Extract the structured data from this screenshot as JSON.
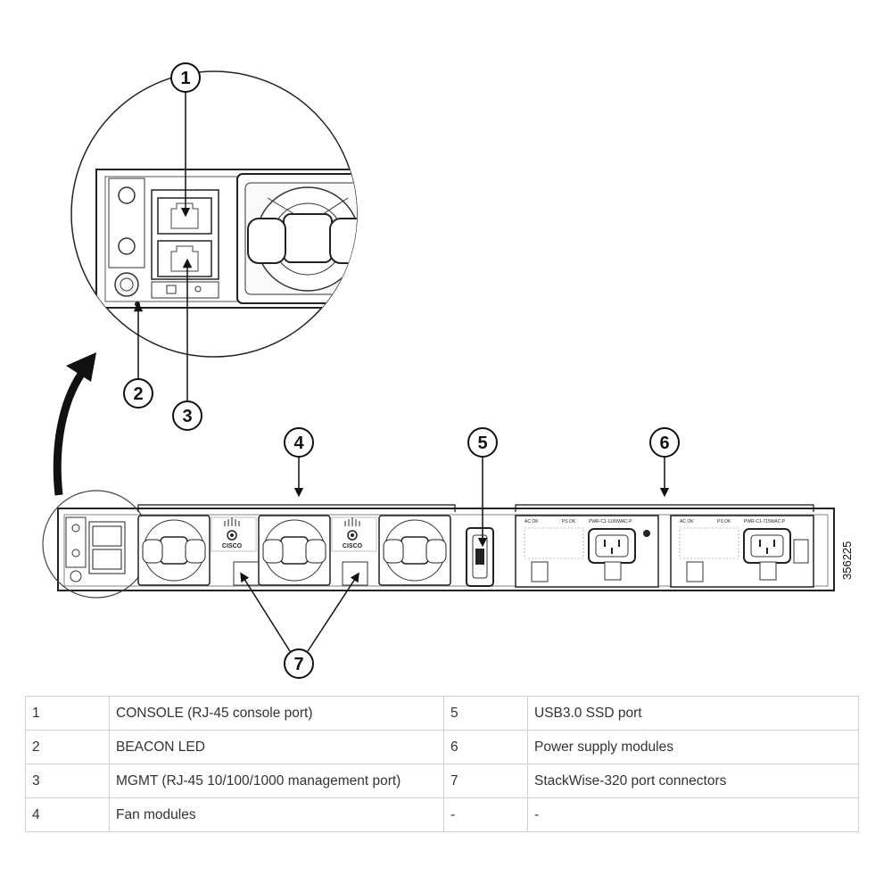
{
  "callouts": [
    "1",
    "2",
    "3",
    "4",
    "5",
    "6",
    "7"
  ],
  "figure_id": "356225",
  "brand_logo": "CISCO",
  "psu_labels": {
    "ac_ok": "AC OK",
    "ps_ok": "PS OK",
    "model_1": "PWR-C1-1100WAC-P",
    "model_2": "PWR-C1-715WAC-P"
  },
  "icons": [
    "arrow-curve-icon",
    "fan-icon",
    "rj45-port-icon",
    "power-inlet-icon",
    "usb-port-icon",
    "led-icon"
  ],
  "legend": {
    "rows": [
      {
        "num1": "1",
        "text1": "CONSOLE (RJ-45 console port)",
        "num2": "5",
        "text2": "USB3.0 SSD port"
      },
      {
        "num1": "2",
        "text1": "BEACON LED",
        "num2": "6",
        "text2": "Power supply modules"
      },
      {
        "num1": "3",
        "text1": "MGMT (RJ-45 10/100/1000 management port)",
        "num2": "7",
        "text2": "StackWise-320 port connectors"
      },
      {
        "num1": "4",
        "text1": "Fan modules",
        "num2": "-",
        "text2": "-"
      }
    ]
  }
}
